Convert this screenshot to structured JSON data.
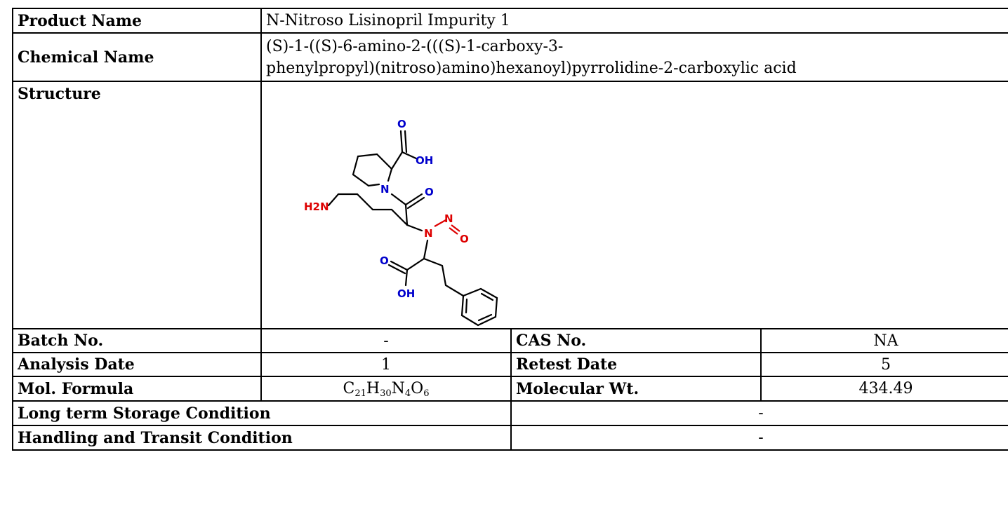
{
  "product_name": {
    "label": "Product Name",
    "value": "N-Nitroso Lisinopril Impurity 1"
  },
  "chemical_name": {
    "label": "Chemical Name",
    "line1": "(S)-1-((S)-6-amino-2-(((S)-1-carboxy-3-",
    "line2": "phenylpropyl)(nitroso)amino)hexanoyl)pyrrolidine-2-carboxylic acid"
  },
  "structure": {
    "label": "Structure",
    "atoms": {
      "o_top": "O",
      "oh_top": "OH",
      "n_ring": "N",
      "o_amide": "O",
      "nh2": "H2N",
      "n_nitroso": "N",
      "n_nitroso2": "N",
      "o_nitroso": "O",
      "o_acid": "O",
      "oh_acid": "OH"
    }
  },
  "batch_no": {
    "label": "Batch No.",
    "value": "-"
  },
  "cas_no": {
    "label": "CAS No.",
    "value": "NA"
  },
  "analysis_date": {
    "label": "Analysis Date",
    "value": "1"
  },
  "retest_date": {
    "label": "Retest Date",
    "value": "5"
  },
  "mol_formula": {
    "label": "Mol. Formula",
    "parts": [
      "C",
      "21",
      "H",
      "30",
      "N",
      "4",
      "O",
      "6"
    ]
  },
  "molecular_wt": {
    "label": "Molecular Wt.",
    "value": "434.49"
  },
  "long_term_storage": {
    "label": "Long term Storage Condition",
    "value": "-"
  },
  "handling_transit": {
    "label": "Handling and Transit Condition",
    "value": "-"
  }
}
